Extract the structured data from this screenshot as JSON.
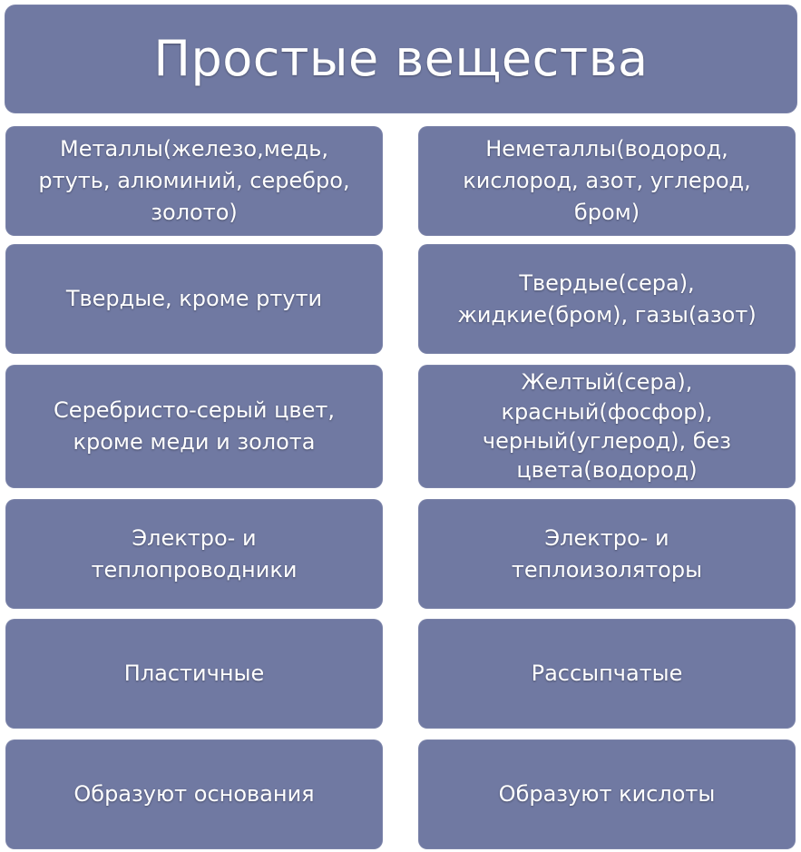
{
  "title": "Простые вещества",
  "colors": {
    "box_fill": "#7079a2",
    "text": "#ffffff",
    "background": "#ffffff"
  },
  "left_column": [
    "Металлы(железо,медь,\nртуть, алюминий, серебро,\nзолото)",
    "Твердые, кроме ртути",
    "Серебристо-серый цвет,\nкроме меди и золота",
    "Электро- и\nтеплопроводники",
    "Пластичные",
    "Образуют основания"
  ],
  "right_column": [
    "Неметаллы(водород,\nкислород, азот, углерод,\nбром)",
    "Твердые(сера),\nжидкие(бром), газы(азот)",
    "Желтый(сера),\nкрасный(фосфор),\nчерный(углерод), без\nцвета(водород)",
    "Электро- и\nтеплоизоляторы",
    "Рассыпчатые",
    "Образуют кислоты"
  ]
}
